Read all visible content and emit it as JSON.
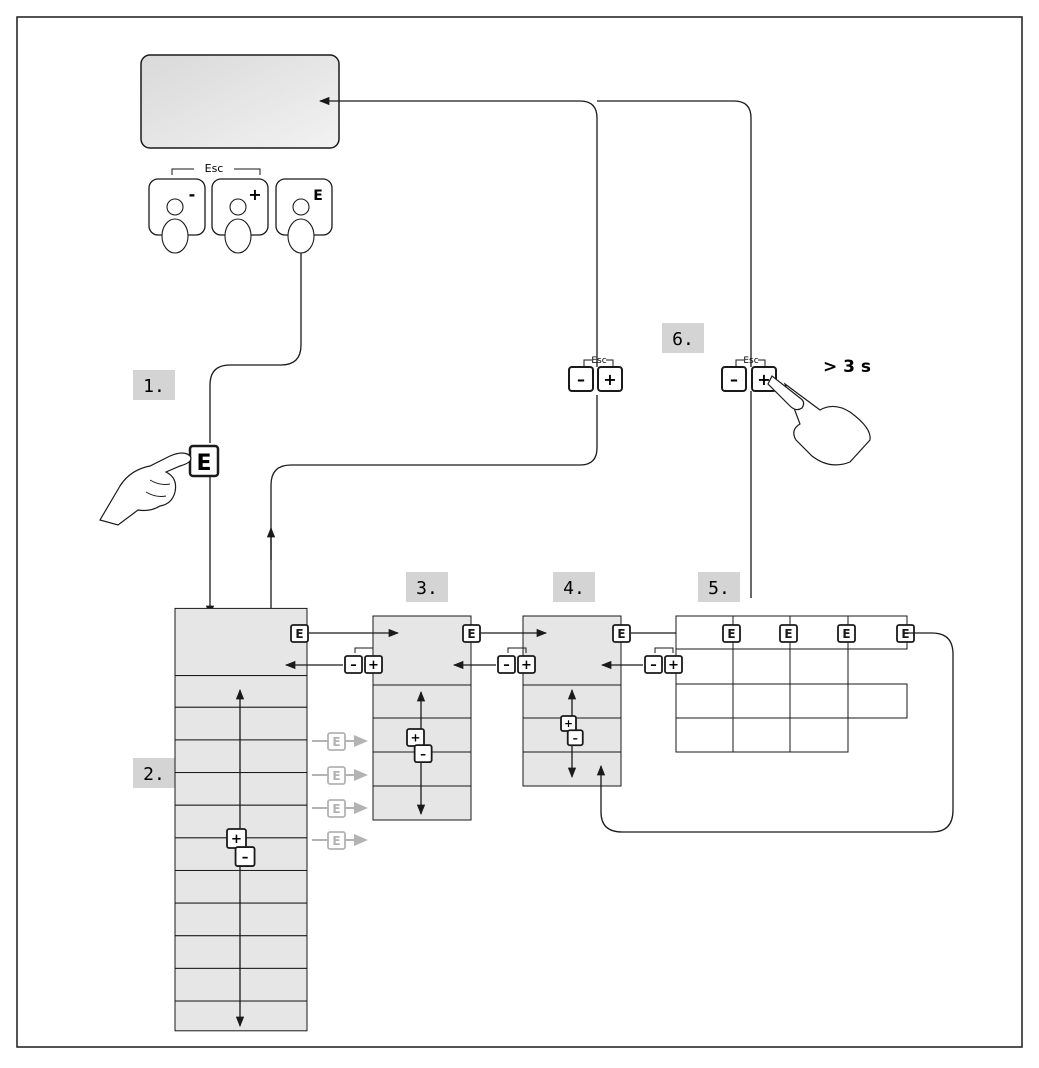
{
  "labels": {
    "escape": "Esc",
    "minus": "-",
    "plus": "+",
    "enter": "E",
    "long_press": "> 3 s"
  },
  "keypad": {
    "small_minus": "–",
    "small_plus": "+",
    "small_enter": "E"
  },
  "steps": {
    "one": "1.",
    "two": "2.",
    "three": "3.",
    "four": "4.",
    "five": "5.",
    "six": "6."
  },
  "colors": {
    "panel_fill": "#e6e6e6",
    "step_badge": "#d4d4d4",
    "ghost_arrow": "#b3b3b3",
    "line": "#1a1a1a"
  }
}
